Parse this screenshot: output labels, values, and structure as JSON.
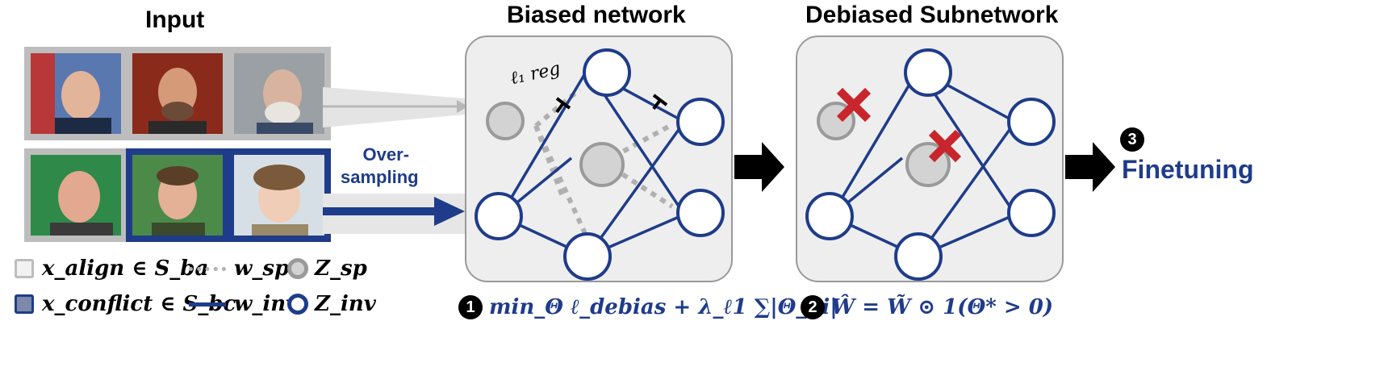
{
  "titles": {
    "input": "Input",
    "biased": "Biased network",
    "debiased": "Debiased Subnetwork"
  },
  "arrow_label_line1": "Over-",
  "arrow_label_line2": "sampling",
  "reg_label": "ℓ₁ reg",
  "finetuning": "Finetuning",
  "steps": {
    "one": "1",
    "two": "2",
    "three": "3"
  },
  "legend": {
    "align": "x_align ∈ S_ba",
    "conflict": "x_conflict ∈ S_bc",
    "wsp": "w_sp",
    "winv": "w_inv",
    "zsp": "Z_sp",
    "zinv": "Z_inv"
  },
  "equations": {
    "eq1": "min_Θ ℓ_debias + λ_ℓ1 ∑|Θ_l,i|",
    "eq2": "Ŵ = W̃ ⊙ 1(Θ* > 0)"
  },
  "colors": {
    "navy": "#1f3c8a",
    "gray_node": "#d3d3d3",
    "gray_border": "#9a9a9a",
    "red_x": "#c8252c",
    "panel_bg": "#eeeeee"
  }
}
